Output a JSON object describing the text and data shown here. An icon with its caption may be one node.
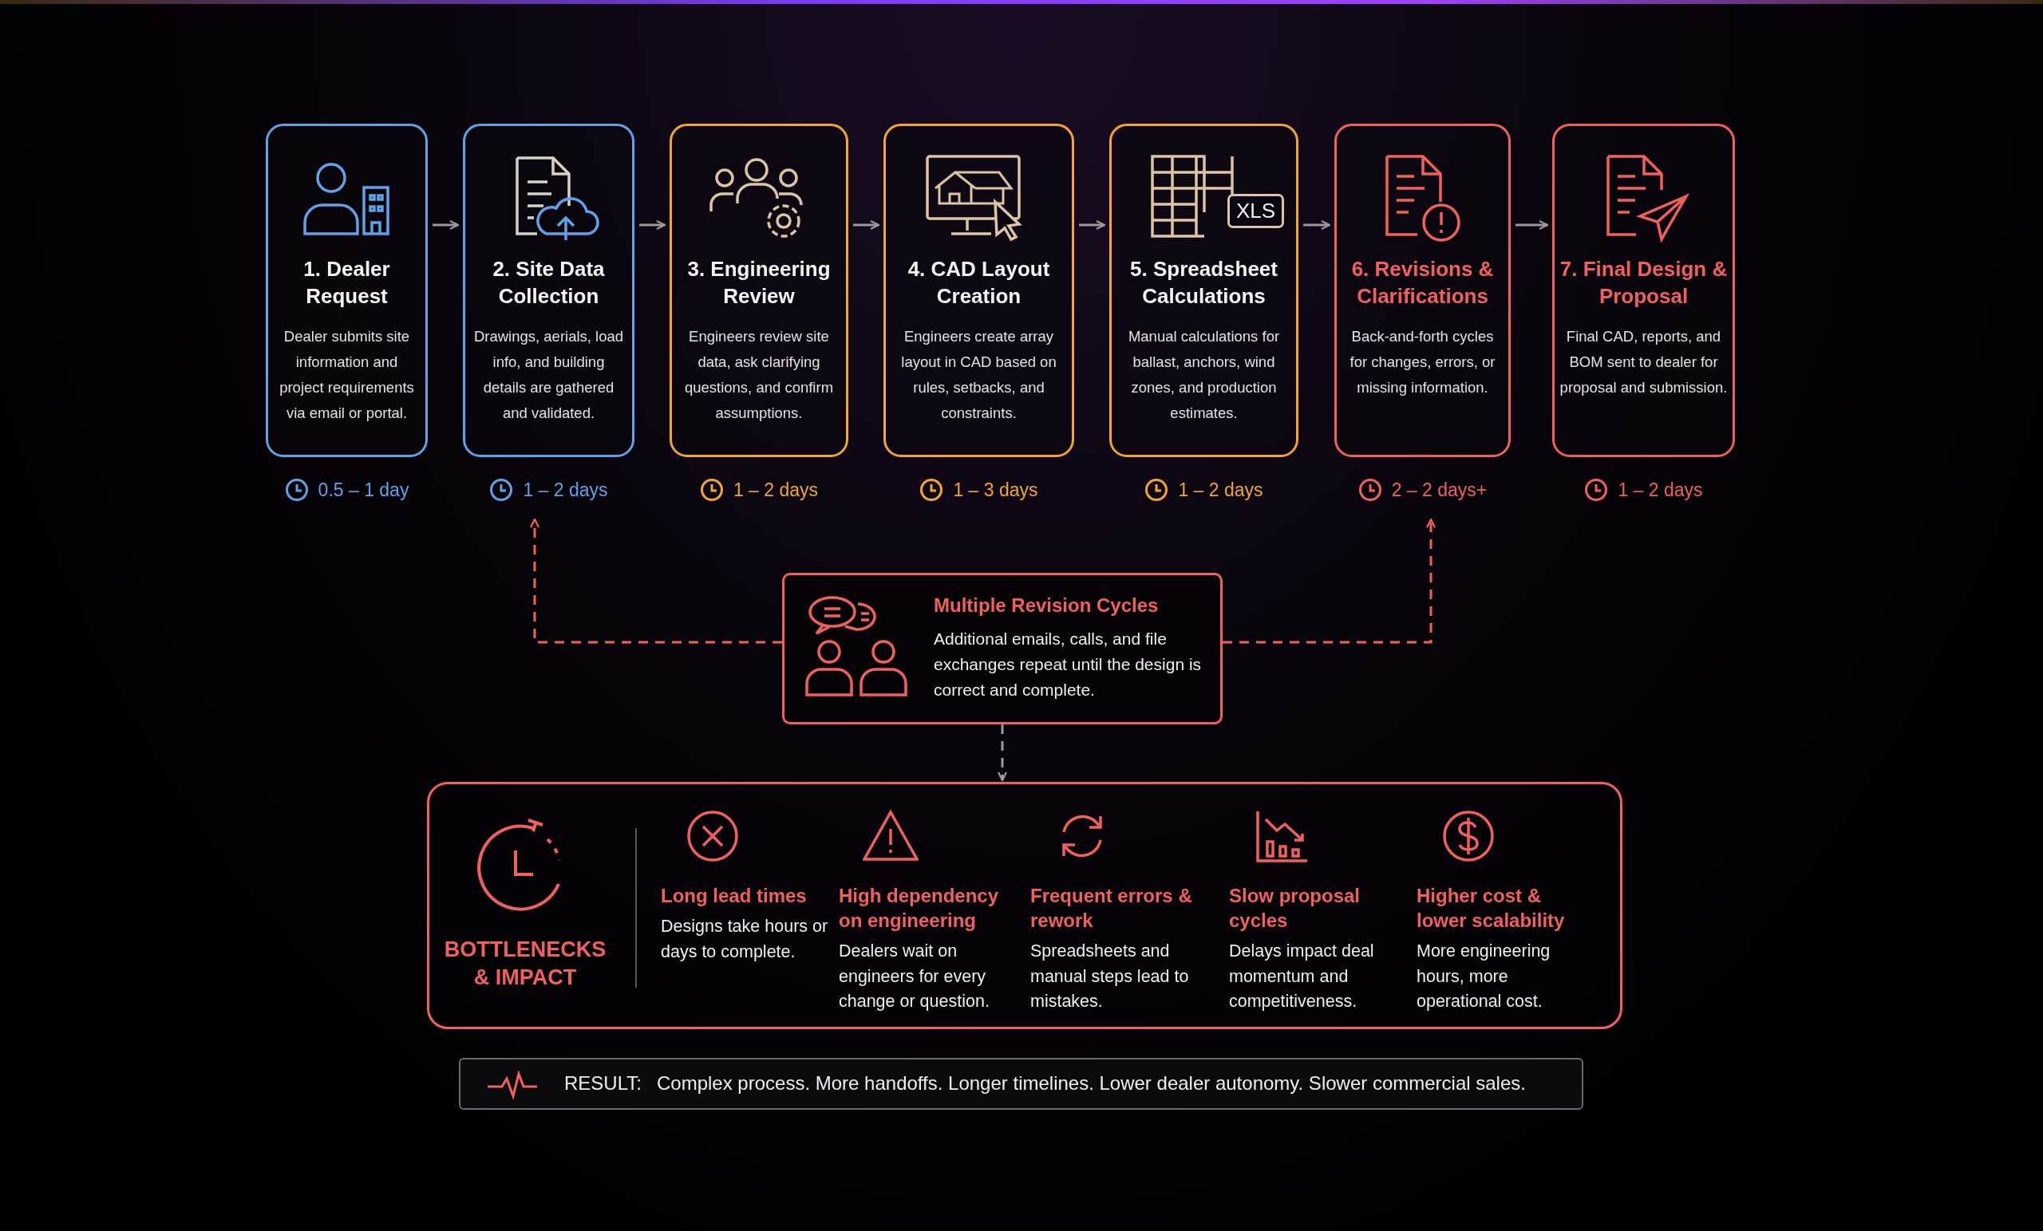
{
  "diagram": {
    "nodes": [
      {
        "text": [
          "1. Dealer Request",
          "Dealer submits site information and project requirements via email or portal."
        ],
        "beside": [
          "0.5 – 1 day"
        ]
      },
      {
        "text": [
          "2. Site Data Collection",
          "Drawings, aerials, load info, and building details are gathered and validated."
        ],
        "beside": [
          "1 – 2 days"
        ]
      },
      {
        "text": [
          "3. Engineering Review",
          "Engineers review site data, ask clarifying questions, and confirm assumptions."
        ],
        "beside": [
          "1 – 2 days"
        ]
      },
      {
        "text": [
          "4. CAD Layout Creation",
          "Engineers create array layout in CAD based on rules, setbacks, and constraints."
        ],
        "beside": [
          "1 – 3 days"
        ]
      },
      {
        "text": [
          "5. Spreadsheet Calculations",
          "Manual calculations for ballast, anchors, wind zones, and production estimates."
        ],
        "beside": [
          "1 – 2 days"
        ]
      },
      {
        "text": [
          "6. Revisions & Clarifications",
          "Back-and-forth cycles for changes, errors, or missing information."
        ],
        "beside": [
          "2 – 2 days+"
        ]
      },
      {
        "text": [
          "7. Final Design & Proposal",
          "Final CAD, reports, and BOM sent to dealer for proposal and submission."
        ],
        "beside": [
          "1 – 2 days"
        ]
      },
      {
        "text": [
          "Multiple Revision Cycles",
          "Additional emails, calls, and file exchanges repeat until the design is correct and complete."
        ]
      },
      {
        "text": [
          "BOTTLENECKS & IMPACT",
          "Long lead times",
          "Designs take hours or days to complete.",
          "High dependency on engineering",
          "Dealers wait on engineers for every change or question.",
          "Frequent errors & rework",
          "Spreadsheets and manual steps lead to mistakes.",
          "Slow proposal cycles",
          "Delays impact deal momentum and competitiveness.",
          "Higher cost & lower scalability",
          "More engineering hours, more operational cost."
        ]
      },
      {
        "text": [
          "RESULT:",
          "Complex process. More handoffs. Longer timelines. Lower dealer autonomy. Slower commercial sales."
        ]
      }
    ],
    "edges": [
      {
        "from": 0,
        "to": 1,
        "arrow": "to"
      },
      {
        "from": 1,
        "to": 2,
        "arrow": "to"
      },
      {
        "from": 2,
        "to": 3,
        "arrow": "to"
      },
      {
        "from": 3,
        "to": 4,
        "arrow": "to"
      },
      {
        "from": 4,
        "to": 5,
        "arrow": "to"
      },
      {
        "from": 5,
        "to": 6,
        "arrow": "to"
      },
      {
        "from": 7,
        "to": 1,
        "arrow": "to",
        "style": "dashed",
        "color": "#f0605e"
      },
      {
        "from": 7,
        "to": 5,
        "arrow": "to",
        "style": "dashed",
        "color": "#f0605e"
      },
      {
        "from": 7,
        "to": 8,
        "arrow": "to",
        "style": "dashed"
      }
    ],
    "labels": [
      "XLS"
    ]
  }
}
